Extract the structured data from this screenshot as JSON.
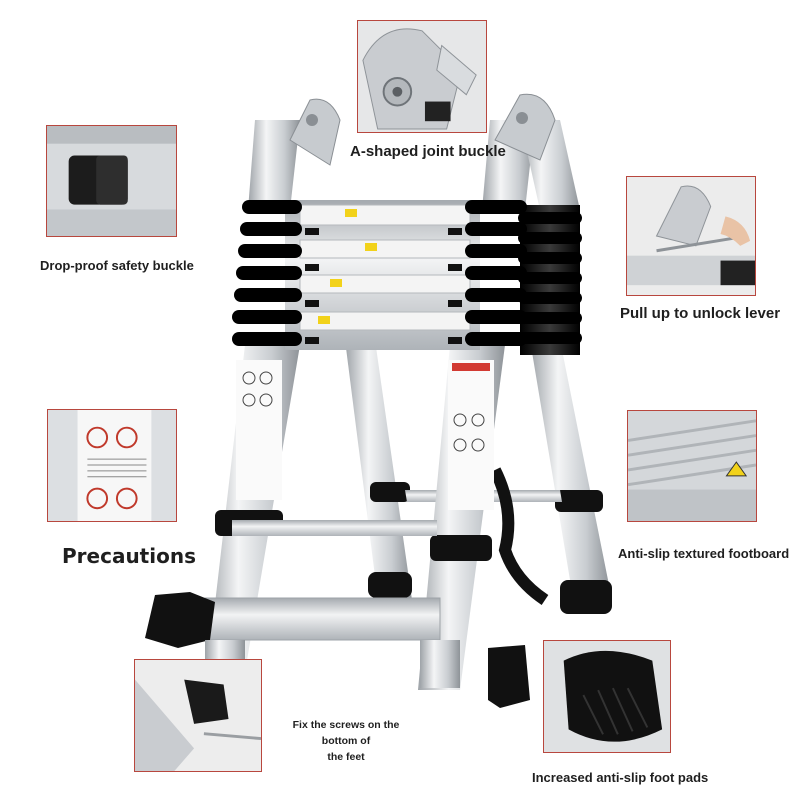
{
  "captions": {
    "joint_buckle": "A-shaped joint buckle",
    "safety_buckle": "Drop-proof safety buckle",
    "unlock_lever": "Pull up to unlock lever",
    "precautions": "Precautions",
    "footboard": "Anti-slip textured footboard",
    "screws_line1": "Fix the screws on the bottom of",
    "screws_line2": "the feet",
    "foot_pads": "Increased anti-slip foot pads"
  },
  "colors": {
    "inset_border": "#b8473e",
    "aluminum": "#d9dcdf",
    "rubber": "#111111",
    "warning_label": "#f2d21a"
  }
}
